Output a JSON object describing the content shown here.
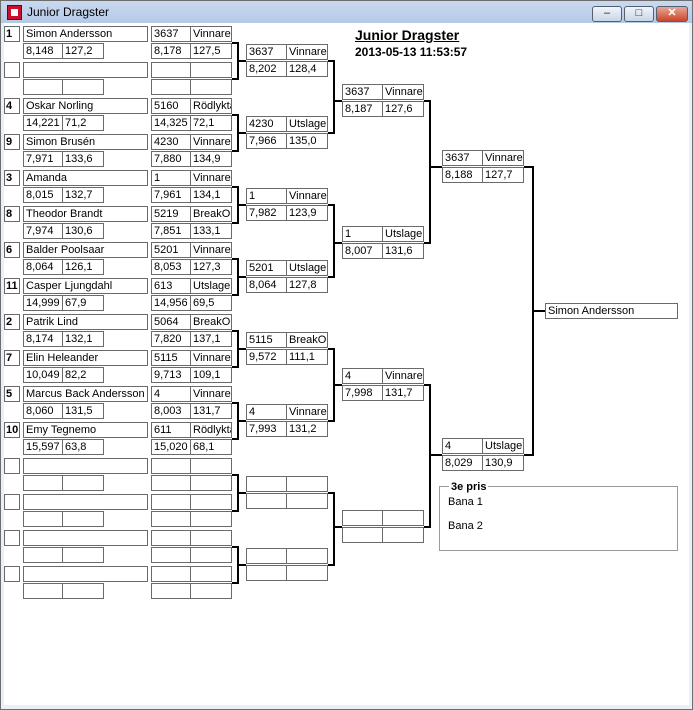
{
  "window": {
    "title": "Junior Dragster"
  },
  "header": {
    "title": "Junior Dragster",
    "datetime": "2013-05-13 11:53:57"
  },
  "round1": [
    {
      "seed": "1",
      "name": "Simon Andersson",
      "rt": "8,148",
      "speed": "127,2",
      "id": "3637",
      "status": "Vinnare",
      "rt2": "8,178",
      "speed2": "127,5"
    },
    {
      "seed": "",
      "name": "",
      "rt": "",
      "speed": "",
      "id": "",
      "status": "",
      "rt2": "",
      "speed2": ""
    },
    {
      "seed": "4",
      "name": "Oskar Norling",
      "rt": "14,221",
      "speed": "71,2",
      "id": "5160",
      "status": "Rödlykta",
      "rt2": "14,325",
      "speed2": "72,1"
    },
    {
      "seed": "9",
      "name": "Simon Brusén",
      "rt": "7,971",
      "speed": "133,6",
      "id": "4230",
      "status": "Vinnare",
      "rt2": "7,880",
      "speed2": "134,9"
    },
    {
      "seed": "3",
      "name": "Amanda",
      "rt": "8,015",
      "speed": "132,7",
      "id": "1",
      "status": "Vinnare",
      "rt2": "7,961",
      "speed2": "134,1"
    },
    {
      "seed": "8",
      "name": "Theodor Brandt",
      "rt": "7,974",
      "speed": "130,6",
      "id": "5219",
      "status": "BreakOut",
      "rt2": "7,851",
      "speed2": "133,1"
    },
    {
      "seed": "6",
      "name": "Balder Poolsaar",
      "rt": "8,064",
      "speed": "126,1",
      "id": "5201",
      "status": "Vinnare",
      "rt2": "8,053",
      "speed2": "127,3"
    },
    {
      "seed": "11",
      "name": "Casper Ljungdahl",
      "rt": "14,999",
      "speed": "67,9",
      "id": "613",
      "status": "Utslagen",
      "rt2": "14,956",
      "speed2": "69,5"
    },
    {
      "seed": "2",
      "name": "Patrik Lind",
      "rt": "8,174",
      "speed": "132,1",
      "id": "5064",
      "status": "BreakOut",
      "rt2": "7,820",
      "speed2": "137,1"
    },
    {
      "seed": "7",
      "name": "Elin Heleander",
      "rt": "10,049",
      "speed": "82,2",
      "id": "5115",
      "status": "Vinnare",
      "rt2": "9,713",
      "speed2": "109,1"
    },
    {
      "seed": "5",
      "name": "Marcus Back Andersson",
      "rt": "8,060",
      "speed": "131,5",
      "id": "4",
      "status": "Vinnare",
      "rt2": "8,003",
      "speed2": "131,7"
    },
    {
      "seed": "10",
      "name": "Emy Tegnemo",
      "rt": "15,597",
      "speed": "63,8",
      "id": "611",
      "status": "Rödlykta",
      "rt2": "15,020",
      "speed2": "68,1"
    },
    {
      "seed": "",
      "name": "",
      "rt": "",
      "speed": "",
      "id": "",
      "status": "",
      "rt2": "",
      "speed2": ""
    },
    {
      "seed": "",
      "name": "",
      "rt": "",
      "speed": "",
      "id": "",
      "status": "",
      "rt2": "",
      "speed2": ""
    },
    {
      "seed": "",
      "name": "",
      "rt": "",
      "speed": "",
      "id": "",
      "status": "",
      "rt2": "",
      "speed2": ""
    },
    {
      "seed": "",
      "name": "",
      "rt": "",
      "speed": "",
      "id": "",
      "status": "",
      "rt2": "",
      "speed2": ""
    }
  ],
  "round2": [
    {
      "id": "3637",
      "status": "Vinnare",
      "time": "8,202",
      "speed": "128,4"
    },
    {
      "id": "4230",
      "status": "Utslagen",
      "time": "7,966",
      "speed": "135,0"
    },
    {
      "id": "1",
      "status": "Vinnare",
      "time": "7,982",
      "speed": "123,9"
    },
    {
      "id": "5201",
      "status": "Utslagen",
      "time": "8,064",
      "speed": "127,8"
    },
    {
      "id": "5115",
      "status": "BreakOut",
      "time": "9,572",
      "speed": "111,1"
    },
    {
      "id": "4",
      "status": "Vinnare",
      "time": "7,993",
      "speed": "131,2"
    },
    {
      "id": "",
      "status": "",
      "time": "",
      "speed": ""
    },
    {
      "id": "",
      "status": "",
      "time": "",
      "speed": ""
    }
  ],
  "round3": [
    {
      "id": "3637",
      "status": "Vinnare",
      "time": "8,187",
      "speed": "127,6"
    },
    {
      "id": "1",
      "status": "Utslagen",
      "time": "8,007",
      "speed": "131,6"
    },
    {
      "id": "4",
      "status": "Vinnare",
      "time": "7,998",
      "speed": "131,7"
    },
    {
      "id": "",
      "status": "",
      "time": "",
      "speed": ""
    }
  ],
  "round4": [
    {
      "id": "3637",
      "status": "Vinnare",
      "time": "8,188",
      "speed": "127,7"
    },
    {
      "id": "4",
      "status": "Utslagen",
      "time": "8,029",
      "speed": "130,9"
    }
  ],
  "final": {
    "winner": "Simon Andersson"
  },
  "third_place": {
    "title": "3e pris",
    "lane1_label": "Bana 1",
    "lane2_label": "Bana 2"
  }
}
